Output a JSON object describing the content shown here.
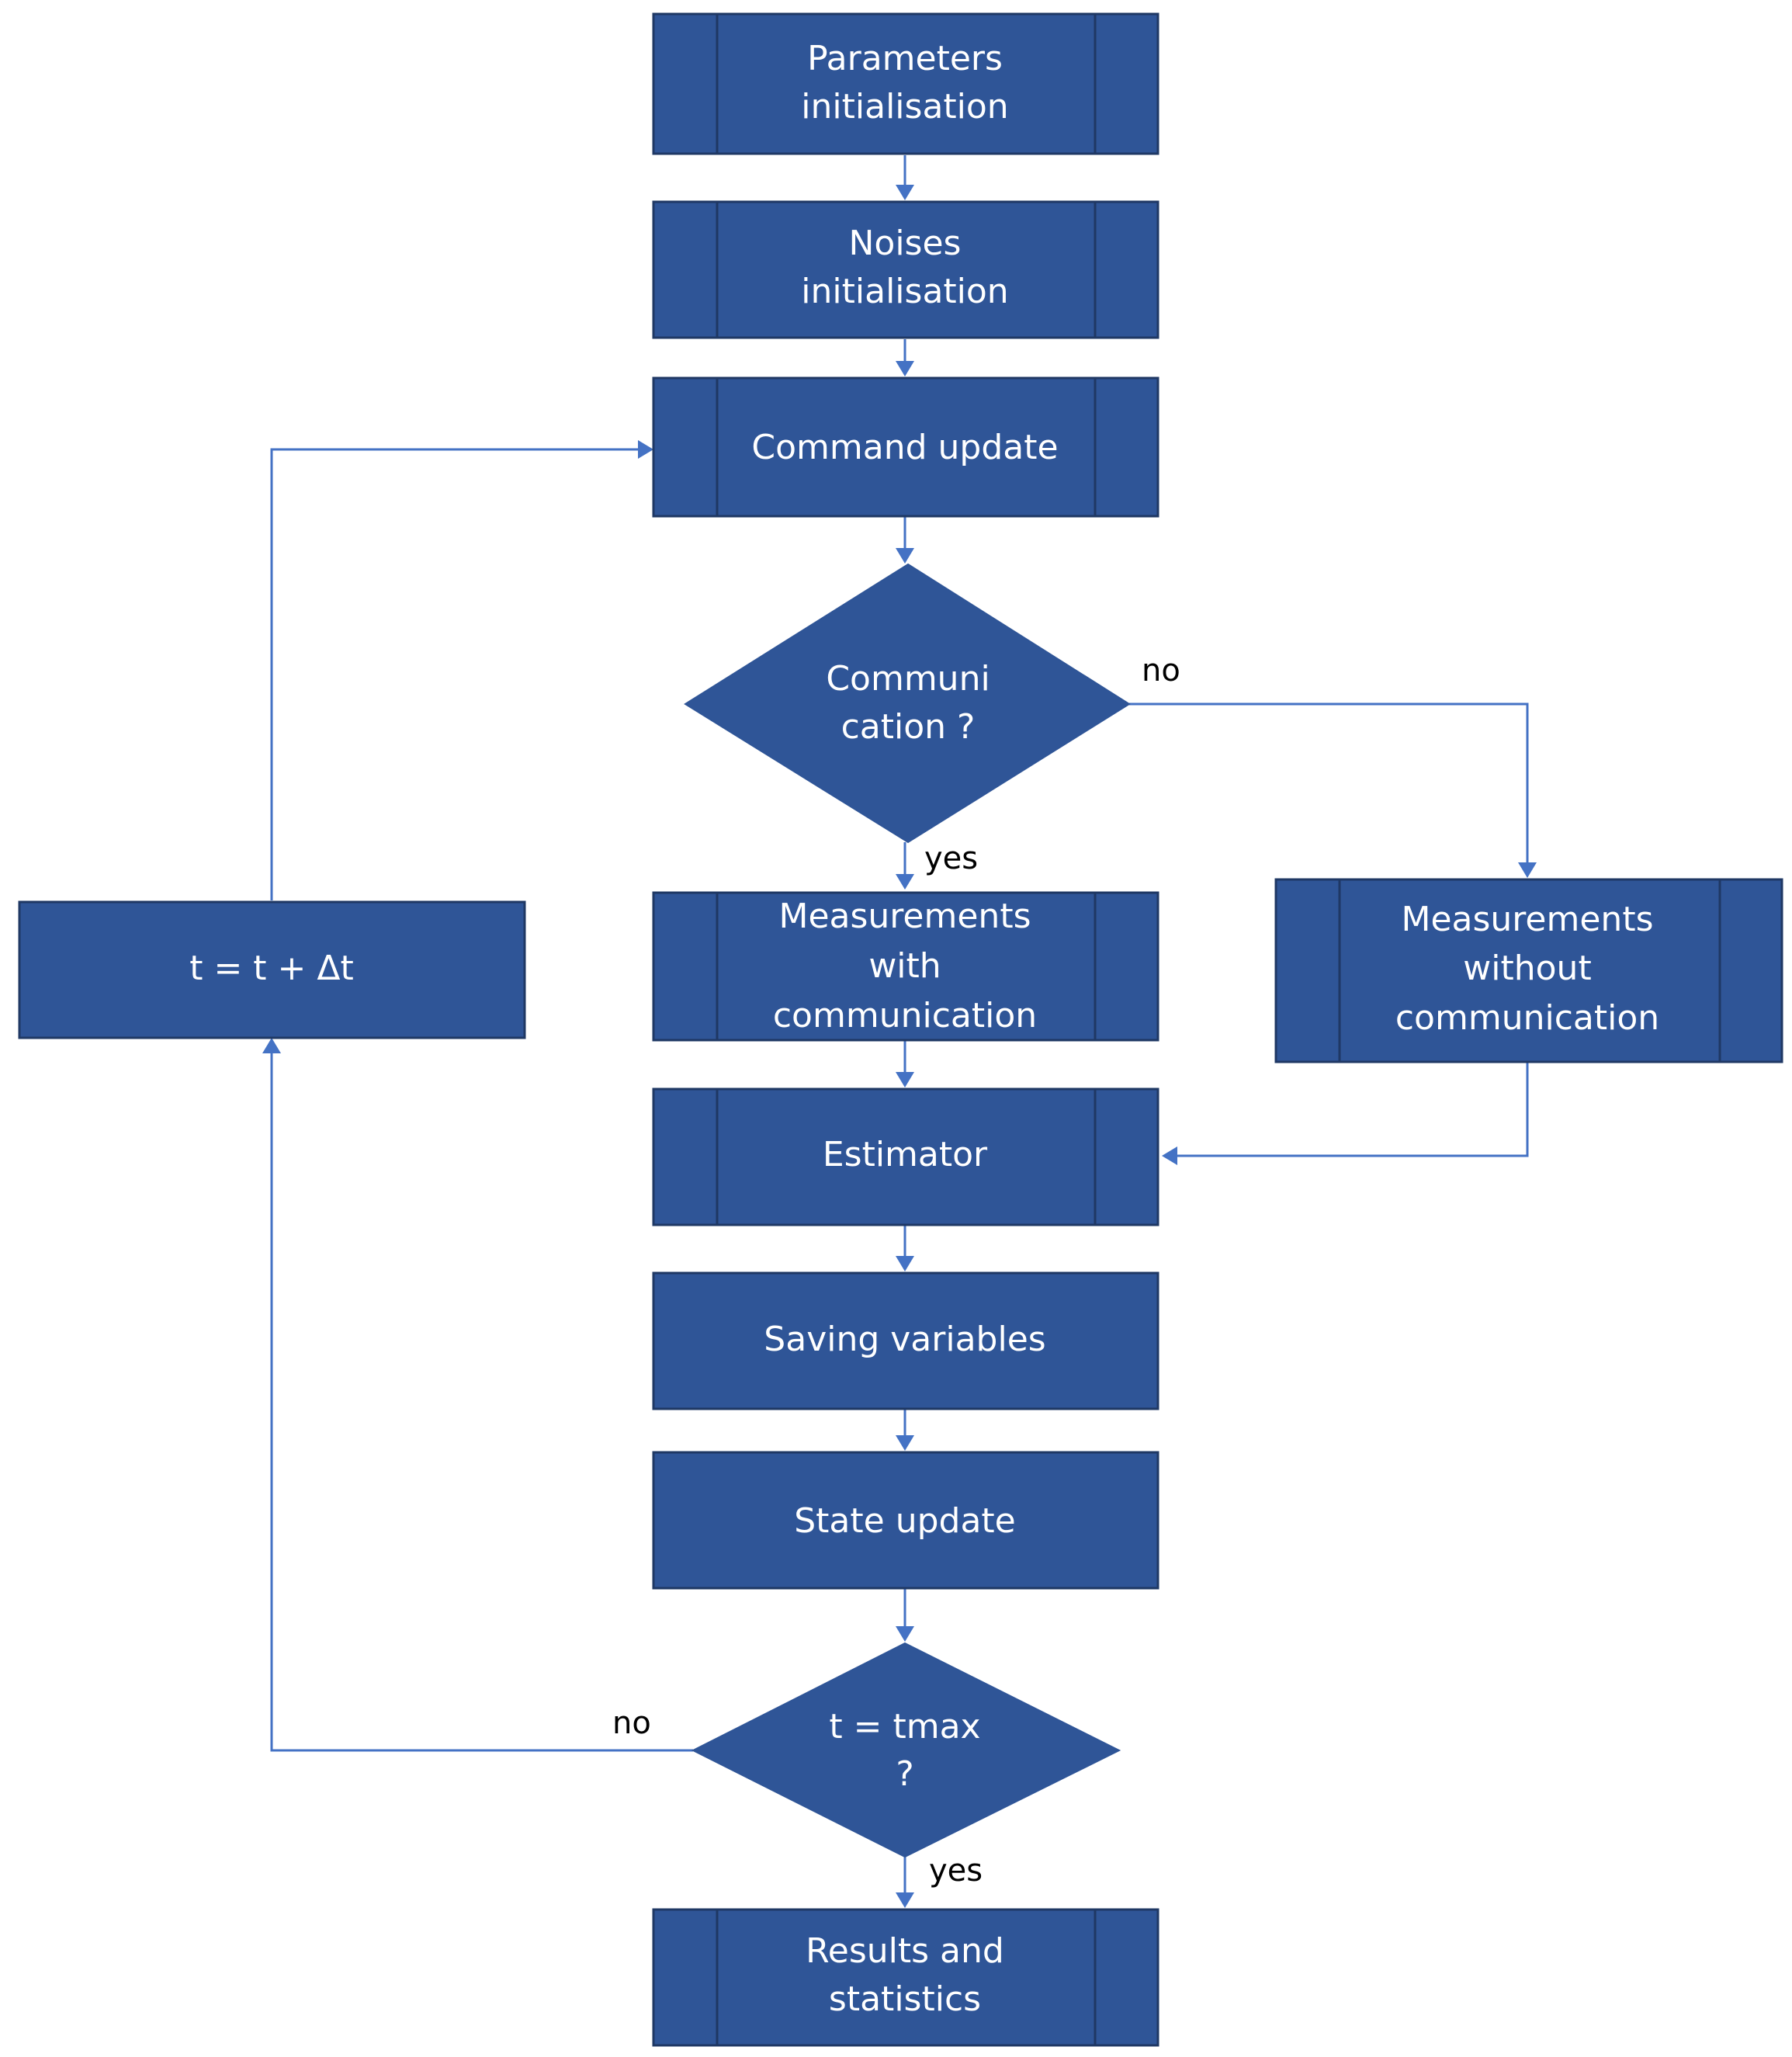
{
  "nodes": {
    "params": [
      "Parameters",
      "initialisation"
    ],
    "noises": [
      "Noises",
      "initialisation"
    ],
    "command": [
      "Command update"
    ],
    "comm_q": [
      "Communi",
      "cation ?"
    ],
    "meas_with": [
      "Measurements",
      "with",
      "communication"
    ],
    "meas_without": [
      "Measurements",
      "without",
      "communication"
    ],
    "estimator": [
      "Estimator"
    ],
    "saving": [
      "Saving variables"
    ],
    "state": [
      "State update"
    ],
    "tmax_q": [
      "t = tmax",
      "?"
    ],
    "results": [
      "Results and",
      "statistics"
    ],
    "increment": [
      "t = t + Δt"
    ]
  },
  "edge_labels": {
    "comm_no": "no",
    "comm_yes": "yes",
    "tmax_no": "no",
    "tmax_yes": "yes"
  }
}
